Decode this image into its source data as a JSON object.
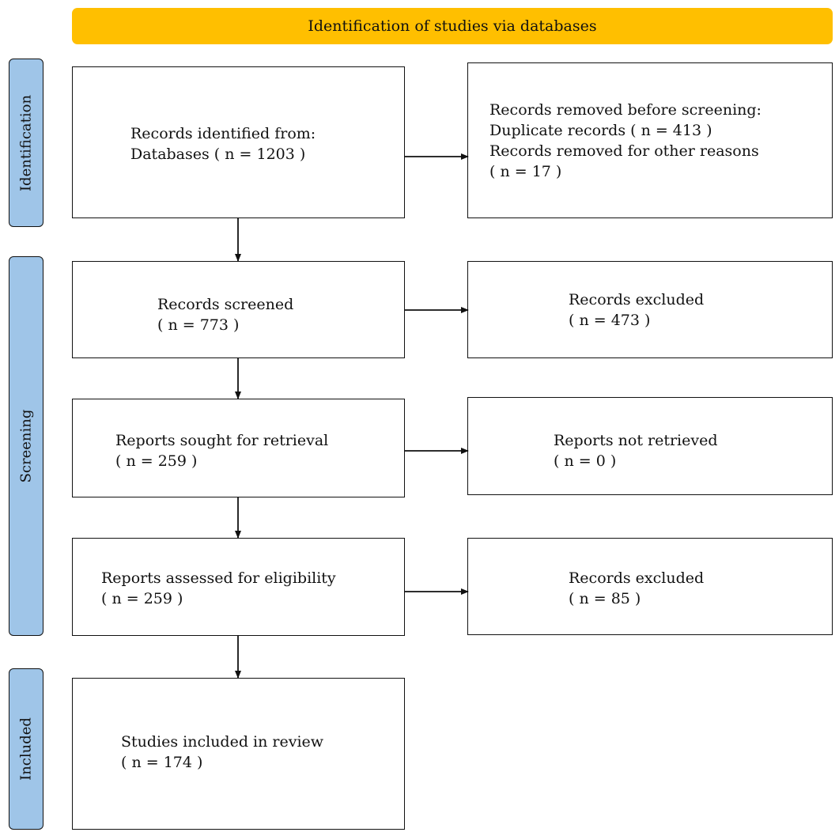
{
  "header": {
    "title": "Identification of studies via databases"
  },
  "phases": {
    "identification": "Identification",
    "screening": "Screening",
    "included": "Included"
  },
  "boxes": {
    "records_identified": {
      "line1": "Records identified from:",
      "line2": "Databases ( n = 1203 )"
    },
    "records_removed": {
      "line1": "Records removed before screening:",
      "line2": "Duplicate records ( n = 413 )",
      "line3": "Records removed for other reasons",
      "line4": "( n = 17 )"
    },
    "records_screened": {
      "line1": "Records screened",
      "line2": "( n = 773 )"
    },
    "records_excluded_1": {
      "line1": "Records excluded",
      "line2": "( n = 473 )"
    },
    "reports_sought": {
      "line1": "Reports sought for retrieval",
      "line2": "( n = 259 )"
    },
    "reports_not_retrieved": {
      "line1": "Reports not retrieved",
      "line2": "( n = 0 )"
    },
    "reports_assessed": {
      "line1": "Reports assessed for eligibility",
      "line2": "( n = 259 )"
    },
    "records_excluded_2": {
      "line1": "Records excluded",
      "line2": "( n = 85 )"
    },
    "studies_included": {
      "line1": "Studies included in review",
      "line2": "( n = 174 )"
    }
  },
  "colors": {
    "header": "#ffbf00",
    "phase": "#9fc5e8",
    "stroke": "#111111"
  }
}
